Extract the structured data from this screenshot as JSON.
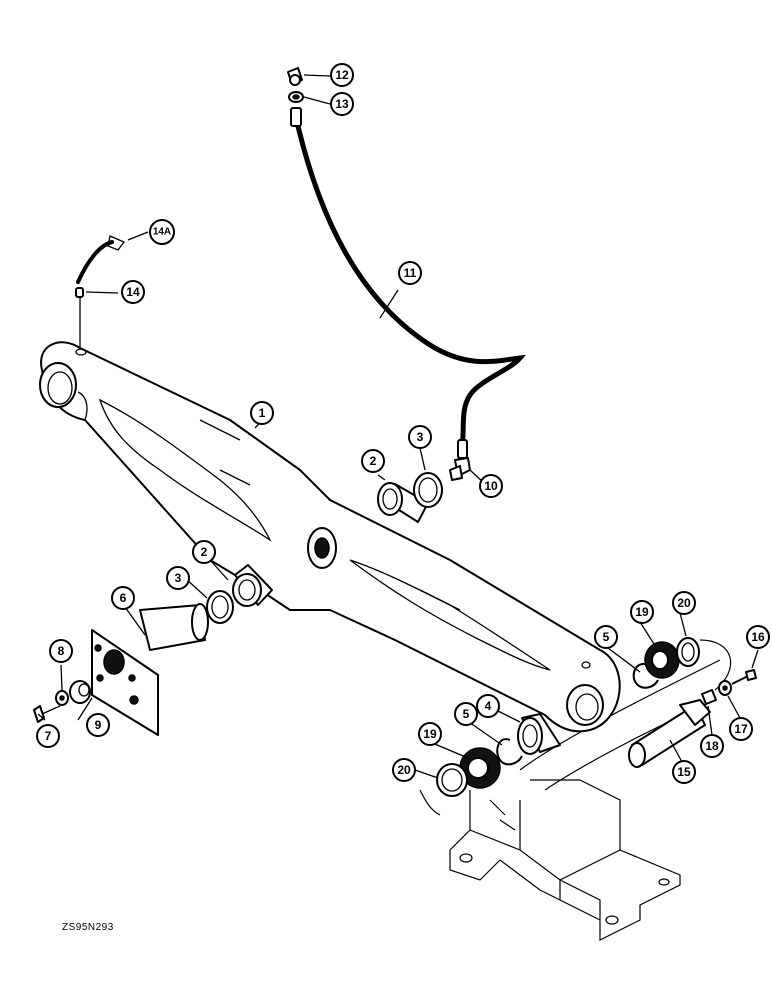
{
  "figure_id": "ZS95N293",
  "callouts": [
    {
      "id": "c1",
      "label": "1"
    },
    {
      "id": "c2a",
      "label": "2"
    },
    {
      "id": "c2b",
      "label": "2"
    },
    {
      "id": "c3a",
      "label": "3"
    },
    {
      "id": "c3b",
      "label": "3"
    },
    {
      "id": "c4",
      "label": "4"
    },
    {
      "id": "c5a",
      "label": "5"
    },
    {
      "id": "c5b",
      "label": "5"
    },
    {
      "id": "c6",
      "label": "6"
    },
    {
      "id": "c7",
      "label": "7"
    },
    {
      "id": "c8",
      "label": "8"
    },
    {
      "id": "c9",
      "label": "9"
    },
    {
      "id": "c10",
      "label": "10"
    },
    {
      "id": "c11",
      "label": "11"
    },
    {
      "id": "c12",
      "label": "12"
    },
    {
      "id": "c13",
      "label": "13"
    },
    {
      "id": "c14",
      "label": "14"
    },
    {
      "id": "c14a",
      "label": "14A"
    },
    {
      "id": "c15",
      "label": "15"
    },
    {
      "id": "c16",
      "label": "16"
    },
    {
      "id": "c17",
      "label": "17"
    },
    {
      "id": "c18",
      "label": "18"
    },
    {
      "id": "c19a",
      "label": "19"
    },
    {
      "id": "c19b",
      "label": "19"
    },
    {
      "id": "c20a",
      "label": "20"
    },
    {
      "id": "c20b",
      "label": "20"
    }
  ]
}
